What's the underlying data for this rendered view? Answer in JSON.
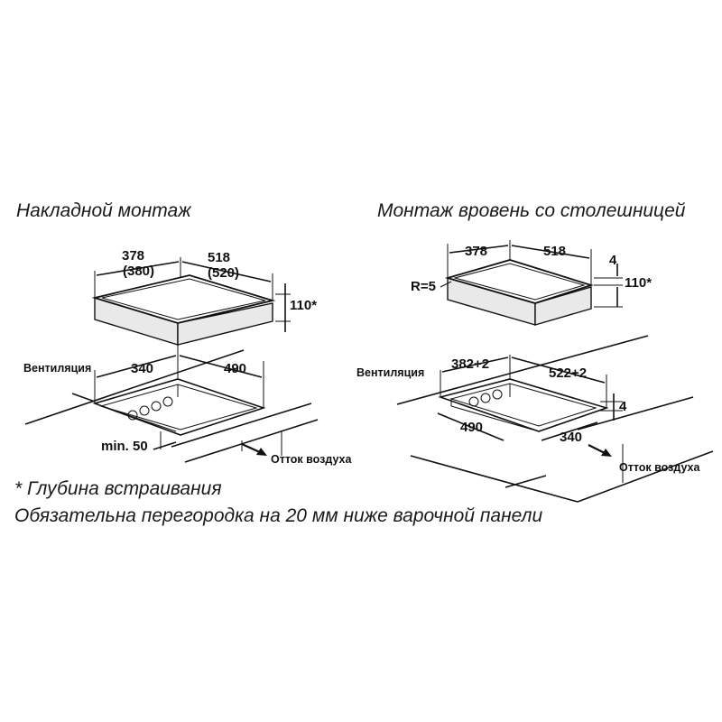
{
  "titles": {
    "left": "Накладной монтаж",
    "right": "Монтаж вровень со столешницей"
  },
  "left": {
    "dim_width_top": "378",
    "dim_width_top_alt": "(380)",
    "dim_depth_top": "518",
    "dim_depth_top_alt": "(520)",
    "dim_height": "110*",
    "cutout_width": "340",
    "cutout_depth": "490",
    "ventilation": "Вентиляция",
    "min_gap": "min. 50",
    "air_outlet": "Отток воздуха"
  },
  "right": {
    "dim_width_top": "378",
    "dim_depth_top": "518",
    "dim_edge": "4",
    "dim_height": "110*",
    "radius": "R=5",
    "ventilation": "Вентиляция",
    "recess_width": "382+2",
    "recess_depth": "522+2",
    "recess_height": "4",
    "cutout_depth": "490",
    "cutout_width": "340",
    "air_outlet": "Отток воздуха"
  },
  "notes": {
    "depth_note": "* Глубина встраивания",
    "partition_note": "Обязательна перегородка на 20 мм ниже варочной панели"
  }
}
